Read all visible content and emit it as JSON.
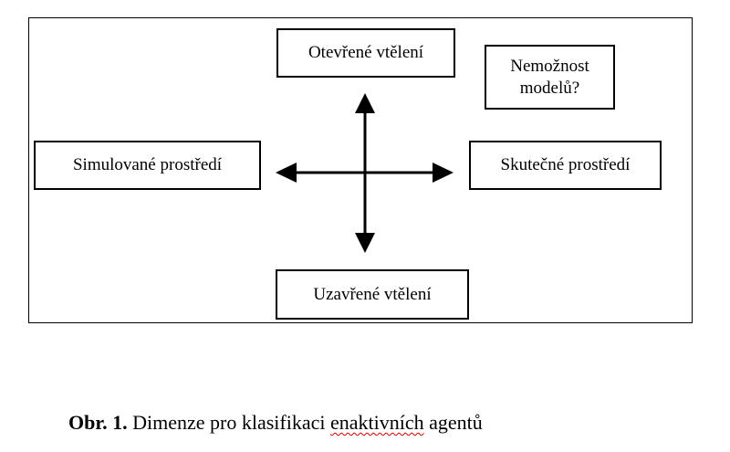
{
  "diagram": {
    "top_label": "Otevřené vtělení",
    "bottom_label": "Uzavřené vtělení",
    "left_label": "Simulované prostředí",
    "right_label": "Skutečné prostředí",
    "corner_label_line1": "Nemožnost",
    "corner_label_line2": "modelů?"
  },
  "caption": {
    "label": "Obr. 1.",
    "text_part1": " Dimenze pro klasifikaci ",
    "text_spellflag": "enaktivních",
    "text_part2": " agentů"
  },
  "colors": {
    "stroke": "#000000",
    "background": "#ffffff",
    "spellcheck_underline": "#cc0000"
  }
}
